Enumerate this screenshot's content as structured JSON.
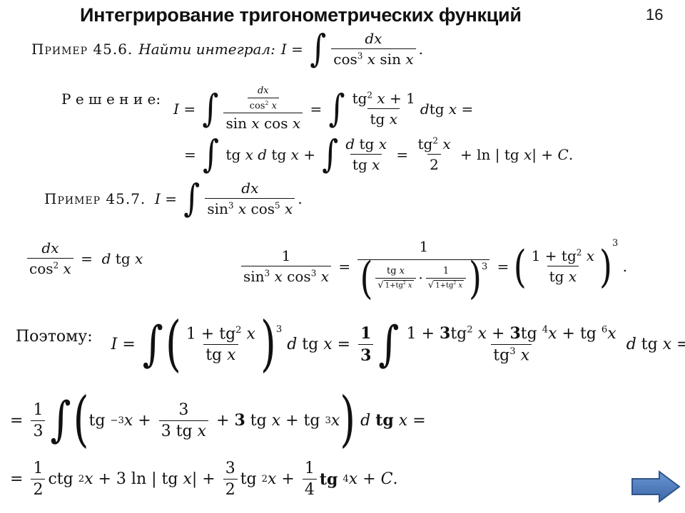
{
  "slide": {
    "title": "Интегрирование тригонометрических функций",
    "page_number": "16"
  },
  "example1": {
    "label": "Пример 45.6.",
    "task": "Найти интеграл:",
    "solution_label": "Р е ш е н и е:"
  },
  "example2": {
    "label": "Пример 45.7."
  },
  "therefore_label": "Поэтому:",
  "nav": {
    "next_arrow_color": "#4a7bbf",
    "next_icon": "arrow-right-icon"
  }
}
